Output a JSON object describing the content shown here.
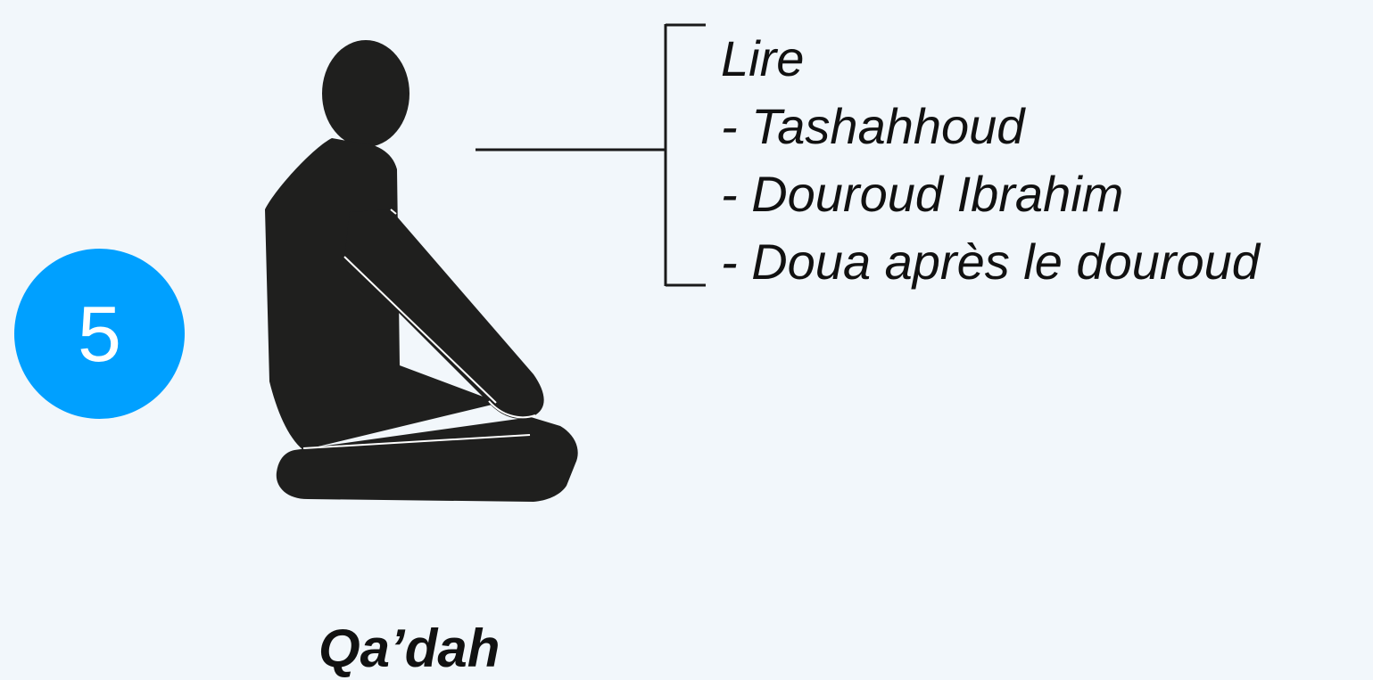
{
  "step": {
    "number": "5",
    "badge_color": "#00a0ff"
  },
  "posture": {
    "name": "Qa’dah",
    "figure_icon": "kneeling-person-icon",
    "figure_color": "#1f1f1e"
  },
  "callout": {
    "heading": "Lire",
    "items": [
      "- Tashahhoud",
      "- Douroud Ibrahim",
      "- Doua après le douroud"
    ]
  }
}
